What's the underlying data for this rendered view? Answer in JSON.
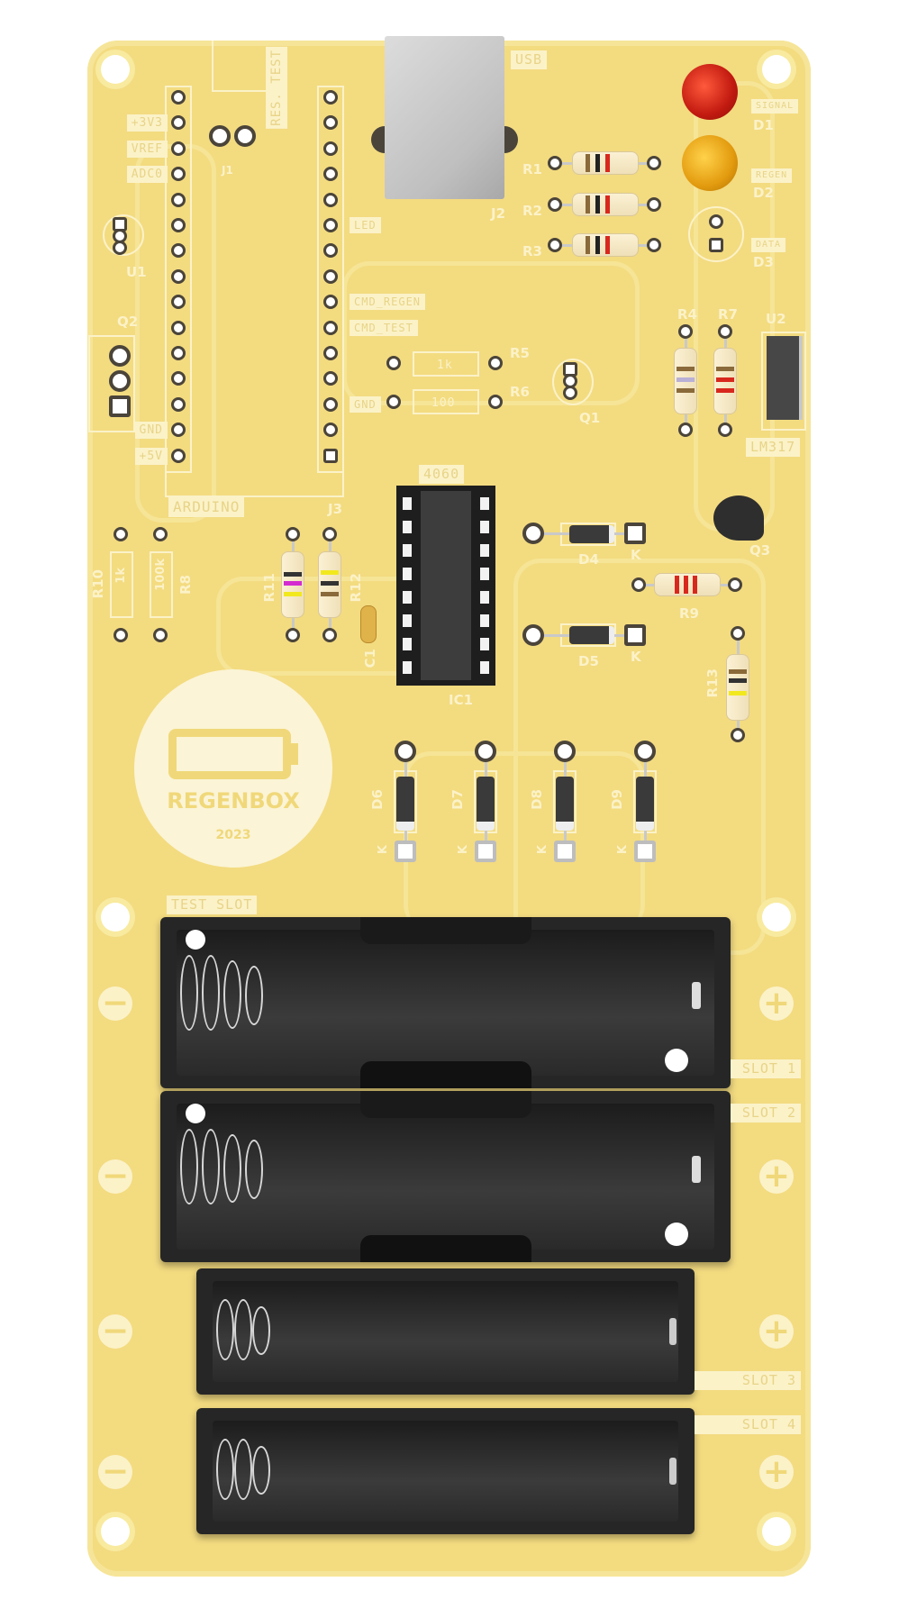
{
  "board": {
    "color": "#f3db80",
    "silkscreen_color": "#fbf2c8"
  },
  "connectors": {
    "usb_label": "USB",
    "usb_ref": "J2",
    "res_test_label": "RES. TEST",
    "res_test_ref": "J1",
    "arduino_label": "ARDUINO",
    "arduino_ref": "J3"
  },
  "arduino_pins_left": [
    "",
    "+3V3",
    "VREF",
    "ADC0",
    "",
    "",
    "",
    "",
    "",
    "",
    "",
    "",
    "",
    "GND",
    "+5V"
  ],
  "arduino_pins_right": [
    "",
    "",
    "",
    "",
    "",
    "LED",
    "",
    "",
    "CMD_REGEN",
    "CMD_TEST",
    "",
    "",
    "GND",
    "",
    ""
  ],
  "leds": [
    {
      "ref": "D1",
      "label": "SIGNAL",
      "color": "#d2261a"
    },
    {
      "ref": "D2",
      "label": "REGEN",
      "color": "#e9a613"
    },
    {
      "ref": "D3",
      "label": "DATA",
      "color": ""
    }
  ],
  "resistors": {
    "R1": "R1",
    "R2": "R2",
    "R3": "R3",
    "R4": "R4",
    "R7": "R7",
    "R5": "R5",
    "R5_value": "1k",
    "R6": "R6",
    "R6_value": "100",
    "R8": "R8",
    "R8_value": "100k",
    "R10": "R10",
    "R10_value": "1k",
    "R9": "R9",
    "R11": "R11",
    "R12": "R12",
    "R13": "R13"
  },
  "semis": {
    "U1": "U1",
    "U2": "U2",
    "U2_label": "LM317",
    "Q1": "Q1",
    "Q2": "Q2",
    "Q3": "Q3",
    "IC1": "IC1",
    "IC1_label": "4060",
    "C1": "C1"
  },
  "diodes": {
    "D4": "D4",
    "D5": "D5",
    "D6": "D6",
    "D7": "D7",
    "D8": "D8",
    "D9": "D9",
    "cathode_mark": "K"
  },
  "logo": {
    "name": "REGENBOX",
    "year": "2023"
  },
  "battery_slots": {
    "test_slot_label": "TEST SLOT",
    "slots": [
      "SLOT 1",
      "SLOT 2",
      "SLOT 3",
      "SLOT 4"
    ],
    "minus_symbol": "−",
    "plus_symbol": "+"
  }
}
